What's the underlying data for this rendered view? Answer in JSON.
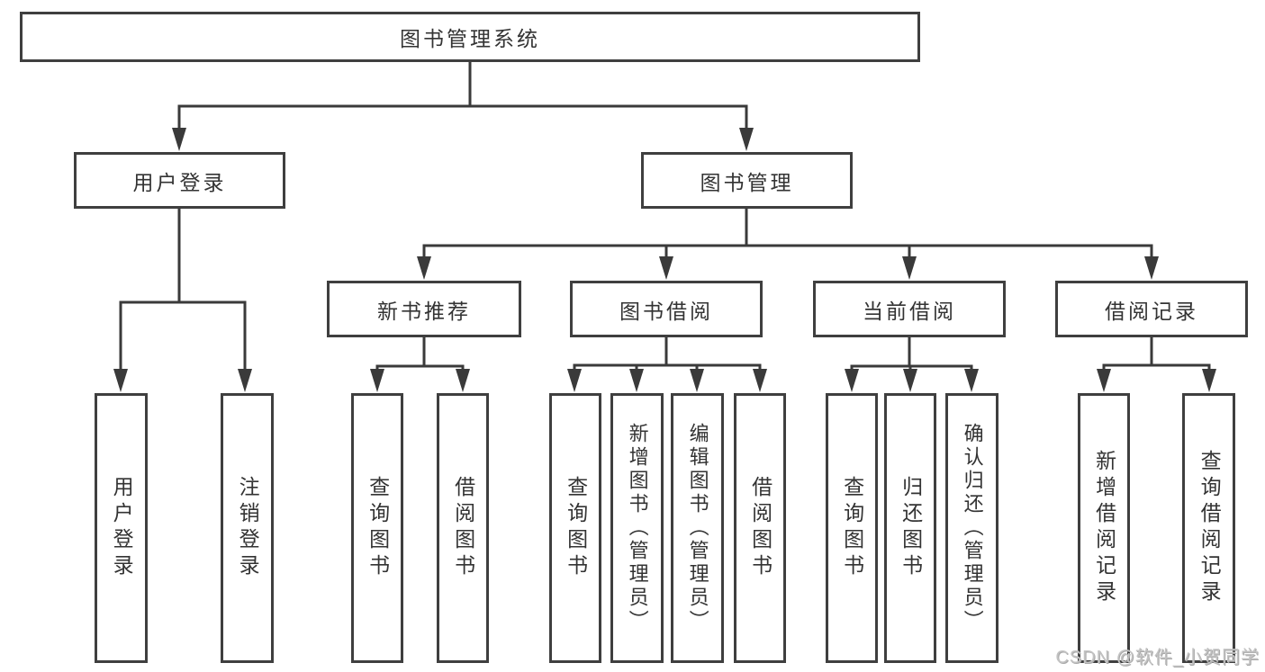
{
  "nodes": {
    "root": "图书管理系统",
    "user_login": "用户登录",
    "book_mgmt": "图书管理",
    "new_books": "新书推荐",
    "book_borrow": "图书借阅",
    "current_borrow": "当前借阅",
    "borrow_records": "借阅记录",
    "leaf_user_login": "用户登录",
    "leaf_logout": "注销登录",
    "leaf_nb_query": "查询图书",
    "leaf_nb_borrow": "借阅图书",
    "leaf_bb_query": "查询图书",
    "leaf_bb_add": "新增图书（管理员）",
    "leaf_bb_edit": "编辑图书（管理员）",
    "leaf_bb_borrow": "借阅图书",
    "leaf_cb_query": "查询图书",
    "leaf_cb_return": "归还图书",
    "leaf_cb_confirm": "确认归还（管理员）",
    "leaf_br_add": "新增借阅记录",
    "leaf_br_query": "查询借阅记录"
  },
  "watermark": "CSDN @软件_小贺同学",
  "colors": {
    "line": "#3a3a3a",
    "border": "#3f3f3f",
    "text": "#333333",
    "watermark": "#c3c3c3"
  }
}
